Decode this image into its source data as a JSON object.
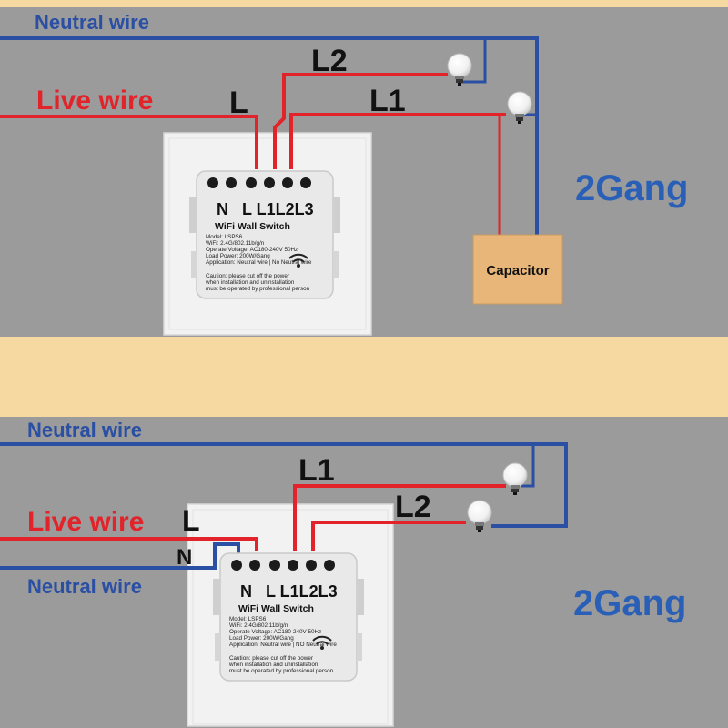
{
  "colors": {
    "background": "#f5d9a0",
    "panel": "#9b9b9b",
    "neutral_wire": "#2a4fa3",
    "live_wire": "#e2232a",
    "capacitor": "#e8b679",
    "gang_text": "#2a5fb8"
  },
  "top": {
    "neutral_label": "Neutral wire",
    "live_label": "Live wire",
    "L_label": "L",
    "L1_label": "L1",
    "L2_label": "L2",
    "capacitor_label": "Capacitor",
    "gang_label": "2Gang"
  },
  "bottom": {
    "neutral_label": "Neutral wire",
    "neutral_label_2": "Neutral wire",
    "live_label": "Live wire",
    "L_label": "L",
    "N_label": "N",
    "L1_label": "L1",
    "L2_label": "L2",
    "gang_label": "2Gang"
  },
  "switch_top": {
    "terminals": "N   L L1L2L3",
    "title": "WiFi Wall Switch",
    "spec_1": "Model: LSPS6",
    "spec_2": "WiFi:  2.4G/802.11b/g/n",
    "spec_3": "Operate Voltage:  AC180-240V 50Hz",
    "spec_4": "Load Power:  200W/Gang",
    "spec_5": "Application:  Neutral wire | No Neutral wire",
    "caution_1": "Caution:  please cut off the power",
    "caution_2": "when installation and uninstallation",
    "caution_3": "must be operated by professional person"
  },
  "switch_bottom": {
    "terminals": "N   L L1L2L3",
    "title": "WiFi Wall Switch",
    "spec_1": "Model: LSPS6",
    "spec_2": "WiFi:  2.4G/802.11b/g/n",
    "spec_3": "Operate Voltage:  AC180-240V 50Hz",
    "spec_4": "Load Power:  200W/Gang",
    "spec_5": "Application:  Neutral wire | NO Neutral wire",
    "caution_1": "Caution:  please cut off the power",
    "caution_2": "when installation and uninstallation",
    "caution_3": "must be operated by professional person"
  }
}
